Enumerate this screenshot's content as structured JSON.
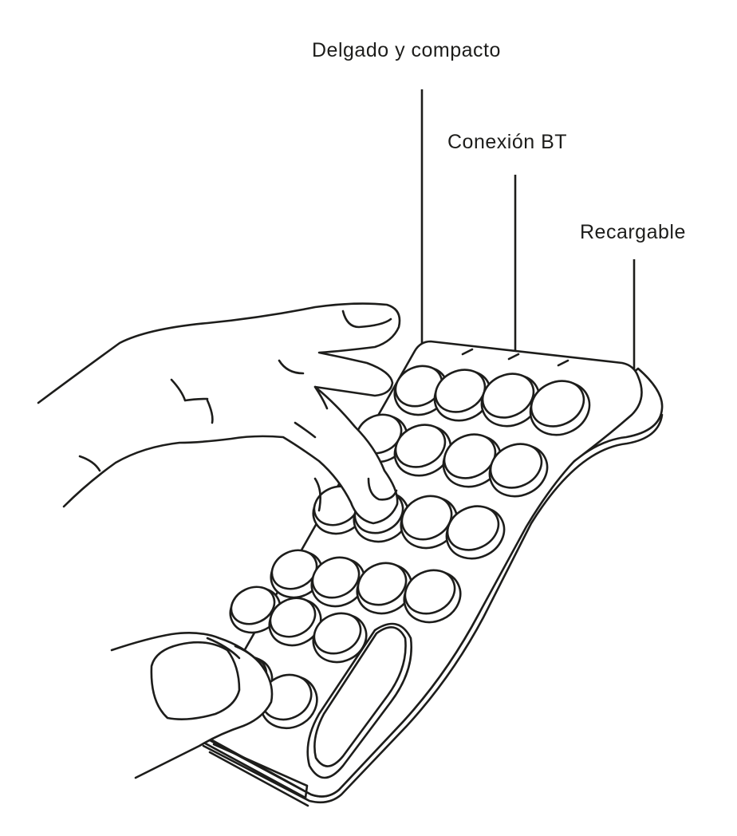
{
  "callouts": {
    "thin_compact": "Delgado y compacto",
    "bluetooth": "Conexión BT",
    "rechargeable": "Recargable"
  },
  "colors": {
    "ink": "#1d1d1b",
    "background": "#ffffff"
  }
}
